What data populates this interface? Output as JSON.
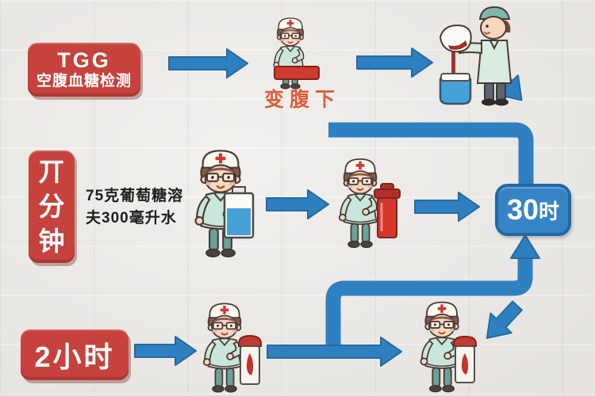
{
  "badges": {
    "tgg": {
      "line1": "TGG",
      "line2": "空腹血糖检测"
    },
    "minutes": {
      "char1": "丌",
      "char2": "分",
      "char3": "钟"
    },
    "thirty": {
      "num": "30",
      "unit": "时"
    },
    "two_hours": {
      "label": "2小时"
    }
  },
  "labels": {
    "fasting": "变腹下",
    "glucose_line1": "75克葡萄糖溶",
    "glucose_line2": "夫300毫升水"
  },
  "colors": {
    "red_badge": "#c7423c",
    "arrow_blue": "#2e80c1",
    "blue_badge": "#3684c6",
    "blue_badge_border": "#2268a4",
    "fasting_label": "#e25b3b",
    "background": "#edebe8",
    "liquid_blue": "#45a1d8",
    "blood_red": "#c9352c"
  },
  "icons": {
    "nurse_with_tray": "nurse-with-tray-icon",
    "doctor_pouring": "doctor-pouring-glucose-icon",
    "nurse_with_beaker": "nurse-with-beaker-icon",
    "nurse_with_vial": "nurse-with-blood-vial-icon",
    "nurse_with_jar_1": "nurse-with-specimen-jar-icon",
    "nurse_with_jar_2": "nurse-with-specimen-jar-icon",
    "arrows": "flow-arrow-icon"
  }
}
